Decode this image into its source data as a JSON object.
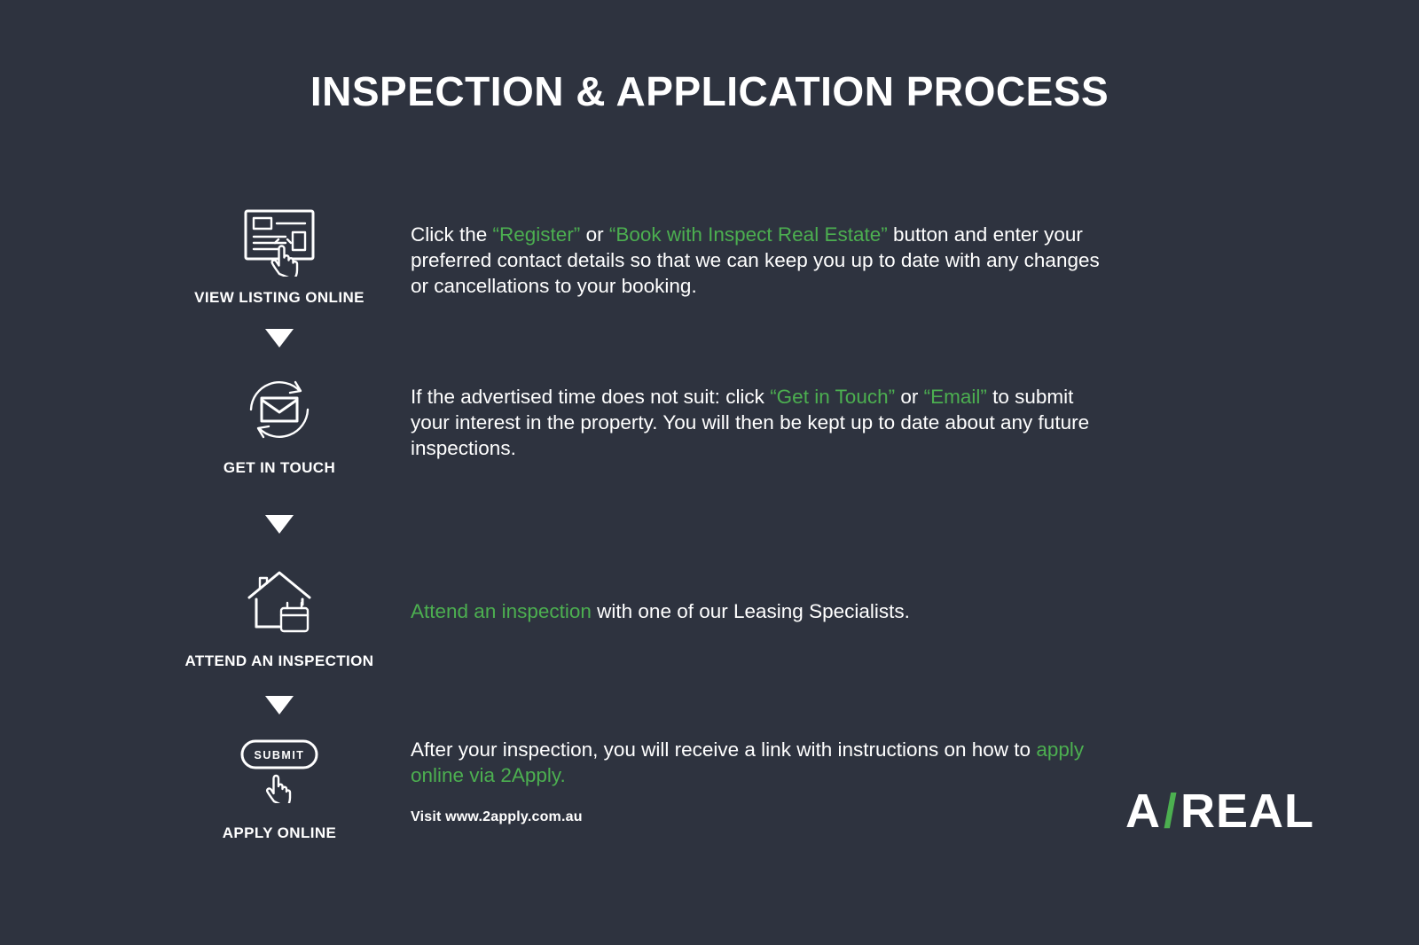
{
  "page": {
    "title": "INSPECTION & APPLICATION PROCESS"
  },
  "colors": {
    "background": "#2e333f",
    "text": "#ffffff",
    "accent": "#4caf50"
  },
  "steps": [
    {
      "label": "VIEW LISTING ONLINE",
      "icon": "view-listing-icon",
      "description": [
        {
          "text": "Click the ",
          "accent": false
        },
        {
          "text": "“Register”",
          "accent": true
        },
        {
          "text": " or ",
          "accent": false
        },
        {
          "text": "“Book with Inspect Real Estate”",
          "accent": true
        },
        {
          "text": " button and enter your preferred contact details so that we can keep you up to date with any changes or cancellations to your booking.",
          "accent": false
        }
      ]
    },
    {
      "label": "GET IN TOUCH",
      "icon": "email-refresh-icon",
      "description": [
        {
          "text": "If the advertised time does not suit: click ",
          "accent": false
        },
        {
          "text": "“Get in Touch”",
          "accent": true
        },
        {
          "text": " or ",
          "accent": false
        },
        {
          "text": "“Email”",
          "accent": true
        },
        {
          "text": " to submit your interest in the property. You will then be kept up to date about any future inspections.",
          "accent": false
        }
      ]
    },
    {
      "label": "ATTEND AN INSPECTION",
      "icon": "house-calendar-icon",
      "description": [
        {
          "text": "Attend an inspection",
          "accent": true
        },
        {
          "text": " with one of our Leasing Specialists.",
          "accent": false
        }
      ]
    },
    {
      "label": "APPLY ONLINE",
      "icon": "submit-button-icon",
      "button_label": "SUBMIT",
      "description": [
        {
          "text": "After your inspection, you will receive a link with instructions on how to ",
          "accent": false
        },
        {
          "text": "apply online via 2Apply.",
          "accent": true
        }
      ],
      "note": "Visit www.2apply.com.au"
    }
  ],
  "logo": {
    "part1": "A",
    "slash": "/",
    "part2": "REAL"
  }
}
